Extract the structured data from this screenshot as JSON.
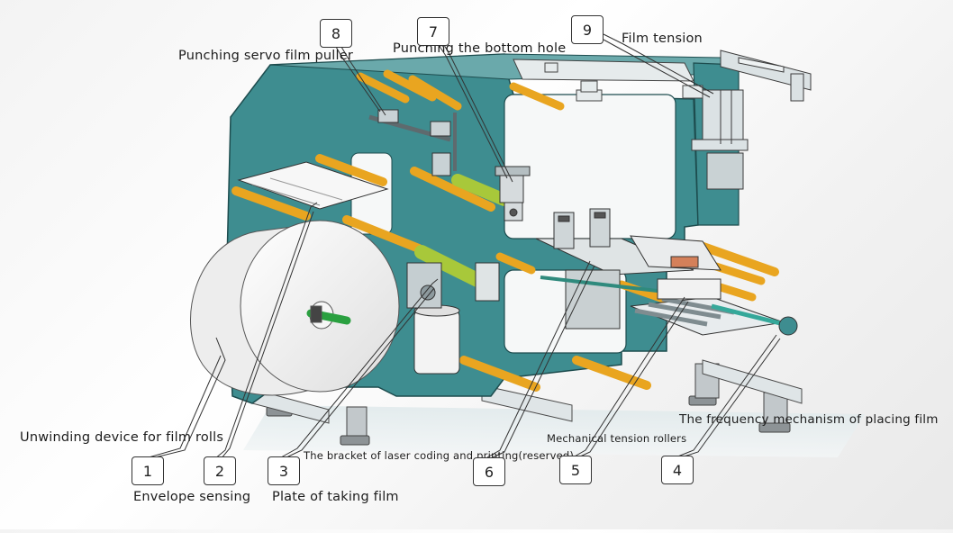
{
  "diagram": {
    "labels": {
      "punching_servo": "Punching servo film puller",
      "punching_hole": "Punching the bottom hole",
      "film_tension": "Film tension",
      "unwinding": "Unwinding device for film rolls",
      "envelope": "Envelope sensing",
      "plate": "Plate of taking film",
      "bracket": "The bracket of laser coding and printing(reserved)",
      "mech_tension": "Mechanical tension rollers",
      "frequency": "The frequency mechanism of placing film"
    },
    "callouts": [
      "1",
      "2",
      "3",
      "4",
      "5",
      "6",
      "7",
      "8",
      "9"
    ],
    "colors": {
      "frame": "#3e8d90",
      "roller": "#e9a520",
      "green_roller": "#a8c83a",
      "metal": "#b9c4c8",
      "film": "#f4f4f4"
    }
  }
}
